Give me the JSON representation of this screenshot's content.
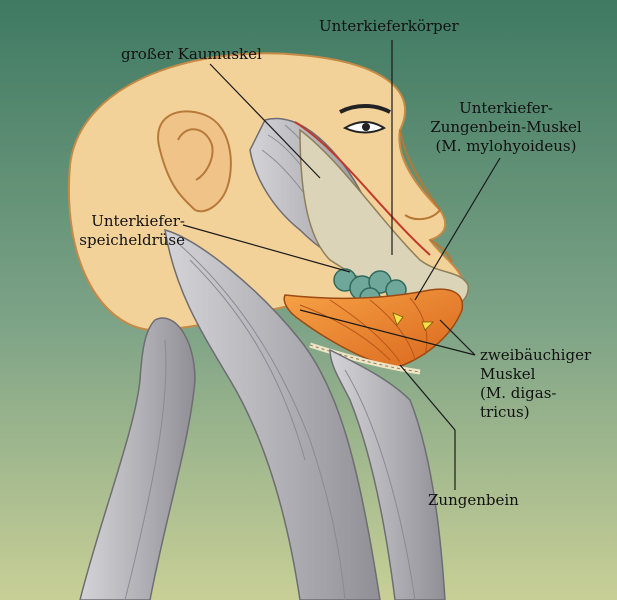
{
  "colors": {
    "bg_top": "#3f7a63",
    "bg_bottom": "#c8cf96",
    "skin": "#f3d29a",
    "skin_shadow": "#e3b775",
    "muscle_gray": "#b9b9bd",
    "muscle_orange": "#f08a2a",
    "gland_teal": "#6fa89a",
    "bone": "#dcd4b8"
  },
  "labels": {
    "kaumuskel": "großer Kaumuskel",
    "unterkieferkoerper": "Unterkieferkörper",
    "mylohyoideus": [
      "Unterkiefer-",
      "Zungenbein-Muskel",
      "(M. mylohyoideus)"
    ],
    "speicheldruese": [
      "Unterkiefer-",
      "speicheldrüse"
    ],
    "digastricus": [
      "zweibäuchiger",
      "Muskel",
      "(M. digas-",
      "tricus)"
    ],
    "zungenbein": "Zungenbein"
  }
}
